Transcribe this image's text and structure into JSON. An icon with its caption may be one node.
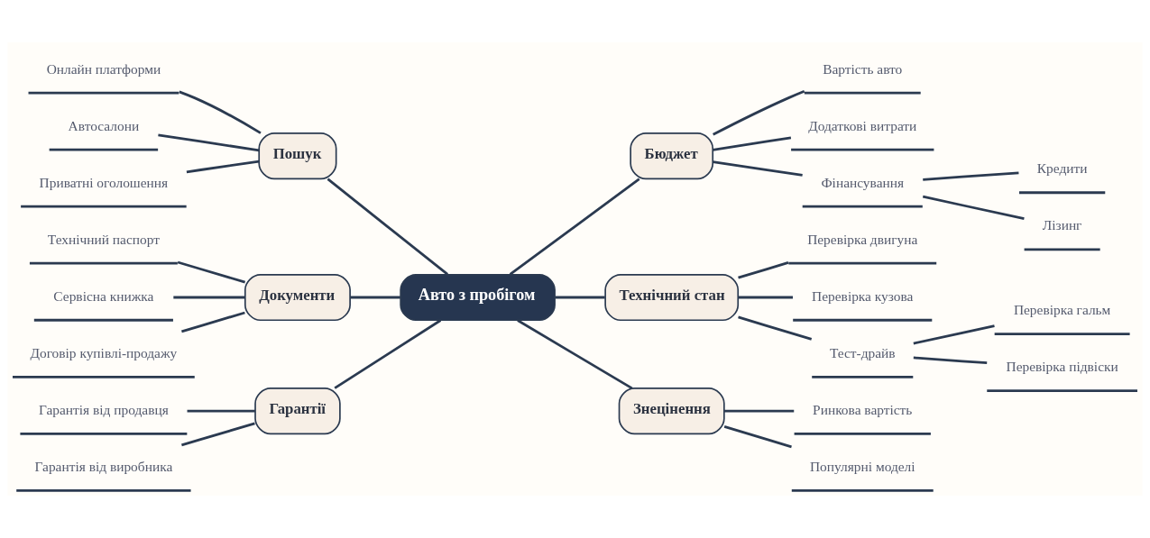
{
  "diagram": {
    "nodes": [
      {
        "text": [
          "Авто з пробігом"
        ]
      },
      {
        "text": [
          "Пошук"
        ]
      },
      {
        "text": [
          "Онлайн платформи"
        ]
      },
      {
        "text": [
          "Автосалони"
        ]
      },
      {
        "text": [
          "Приватні оголошення"
        ]
      },
      {
        "text": [
          "Документи"
        ]
      },
      {
        "text": [
          "Технічний паспорт"
        ]
      },
      {
        "text": [
          "Сервісна книжка"
        ]
      },
      {
        "text": [
          "Договір купівлі-продажу"
        ]
      },
      {
        "text": [
          "Гарантії"
        ]
      },
      {
        "text": [
          "Гарантія від продавця"
        ]
      },
      {
        "text": [
          "Гарантія від виробника"
        ]
      },
      {
        "text": [
          "Бюджет"
        ]
      },
      {
        "text": [
          "Вартість авто"
        ]
      },
      {
        "text": [
          "Додаткові витрати"
        ]
      },
      {
        "text": [
          "Фінансування"
        ]
      },
      {
        "text": [
          "Кредити"
        ]
      },
      {
        "text": [
          "Лізинг"
        ]
      },
      {
        "text": [
          "Технічний стан"
        ]
      },
      {
        "text": [
          "Перевірка двигуна"
        ]
      },
      {
        "text": [
          "Перевірка кузова"
        ]
      },
      {
        "text": [
          "Тест-драйв"
        ]
      },
      {
        "text": [
          "Перевірка гальм"
        ]
      },
      {
        "text": [
          "Перевірка підвіски"
        ]
      },
      {
        "text": [
          "Знецінення"
        ]
      },
      {
        "text": [
          "Ринкова вартість"
        ]
      },
      {
        "text": [
          "Популярні моделі"
        ]
      }
    ],
    "edges": [
      {
        "from": 0,
        "to": 1,
        "arrow": "none"
      },
      {
        "from": 1,
        "to": 2,
        "arrow": "none"
      },
      {
        "from": 1,
        "to": 3,
        "arrow": "none"
      },
      {
        "from": 1,
        "to": 4,
        "arrow": "none"
      },
      {
        "from": 0,
        "to": 5,
        "arrow": "none"
      },
      {
        "from": 5,
        "to": 6,
        "arrow": "none"
      },
      {
        "from": 5,
        "to": 7,
        "arrow": "none"
      },
      {
        "from": 5,
        "to": 8,
        "arrow": "none"
      },
      {
        "from": 0,
        "to": 9,
        "arrow": "none"
      },
      {
        "from": 9,
        "to": 10,
        "arrow": "none"
      },
      {
        "from": 9,
        "to": 11,
        "arrow": "none"
      },
      {
        "from": 0,
        "to": 12,
        "arrow": "none"
      },
      {
        "from": 12,
        "to": 13,
        "arrow": "none"
      },
      {
        "from": 12,
        "to": 14,
        "arrow": "none"
      },
      {
        "from": 12,
        "to": 15,
        "arrow": "none"
      },
      {
        "from": 15,
        "to": 16,
        "arrow": "none"
      },
      {
        "from": 15,
        "to": 17,
        "arrow": "none"
      },
      {
        "from": 0,
        "to": 18,
        "arrow": "none"
      },
      {
        "from": 18,
        "to": 19,
        "arrow": "none"
      },
      {
        "from": 18,
        "to": 20,
        "arrow": "none"
      },
      {
        "from": 18,
        "to": 21,
        "arrow": "none"
      },
      {
        "from": 21,
        "to": 22,
        "arrow": "none"
      },
      {
        "from": 21,
        "to": 23,
        "arrow": "none"
      },
      {
        "from": 0,
        "to": 24,
        "arrow": "none"
      },
      {
        "from": 24,
        "to": 25,
        "arrow": "none"
      },
      {
        "from": 24,
        "to": 26,
        "arrow": "none"
      }
    ]
  }
}
